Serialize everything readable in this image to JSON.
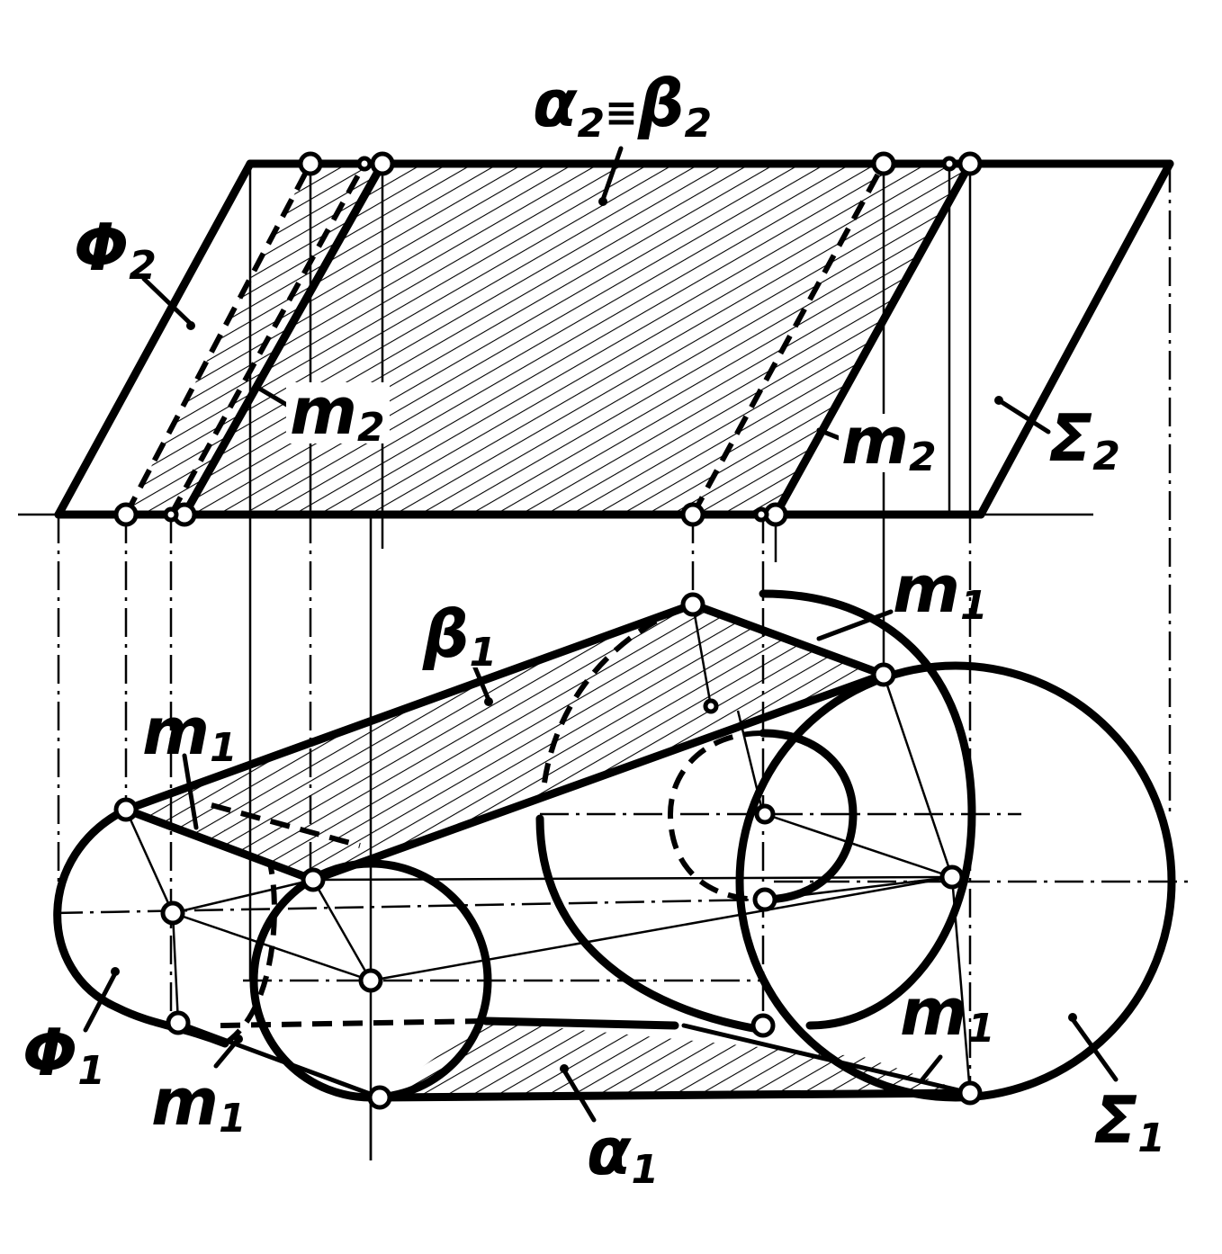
{
  "labels": {
    "alpha2_beta2": {
      "main": "α",
      "sub": "2",
      "eq": "≡",
      "main2": "β",
      "sub2": "2"
    },
    "phi2": {
      "main": "Φ",
      "sub": "2"
    },
    "m2_left": {
      "main": "m",
      "sub": "2"
    },
    "m2_right": {
      "main": "m",
      "sub": "2"
    },
    "sigma2": {
      "main": "Σ",
      "sub": "2"
    },
    "beta1": {
      "main": "β",
      "sub": "1"
    },
    "m1_top_left": {
      "main": "m",
      "sub": "1"
    },
    "m1_top_right": {
      "main": "m",
      "sub": "1"
    },
    "m1_bottom_left": {
      "main": "m",
      "sub": "1"
    },
    "m1_bottom_right": {
      "main": "m",
      "sub": "1"
    },
    "phi1": {
      "main": "Φ",
      "sub": "1"
    },
    "sigma1": {
      "main": "Σ",
      "sub": "1"
    },
    "alpha1": {
      "main": "α",
      "sub": "1"
    }
  }
}
